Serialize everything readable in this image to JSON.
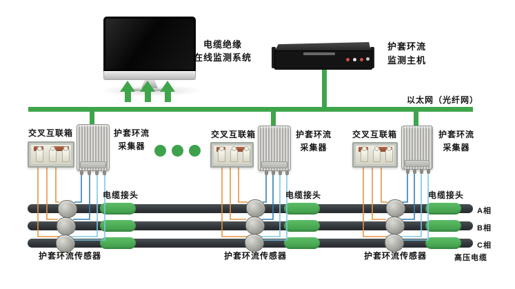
{
  "colors": {
    "network_green": "#3FA54B",
    "joint_green": "#46A552",
    "cable_dark": "#33383C",
    "wire_orange": "#E8923C",
    "wire_blue": "#2F7FB8",
    "wire_cyan": "#7CC7E3"
  },
  "monitor": {
    "label": [
      "电缆绝缘",
      "在线监测系统"
    ]
  },
  "host": {
    "label": [
      "护套环流",
      "监测主机"
    ]
  },
  "network": {
    "label": "以太网（光纤网）"
  },
  "groups": [
    {
      "box_label": "交叉互联箱",
      "collector_label": [
        "护套环流",
        "采集器"
      ],
      "joint_label": "电缆接头",
      "sensor_label": "护套环流传感器"
    },
    {
      "box_label": "交叉互联箱",
      "collector_label": [
        "护套环流",
        "采集器"
      ],
      "joint_label": "电缆接头",
      "sensor_label": "护套环流传感器"
    },
    {
      "box_label": "交叉互联箱",
      "collector_label": [
        "护套环流",
        "采集器"
      ],
      "joint_label": "电缆接头",
      "sensor_label": "护套环流传感器"
    }
  ],
  "phases": [
    {
      "label": "A相"
    },
    {
      "label": "B相"
    },
    {
      "label": "C相"
    }
  ],
  "hv_label": "高压电缆"
}
